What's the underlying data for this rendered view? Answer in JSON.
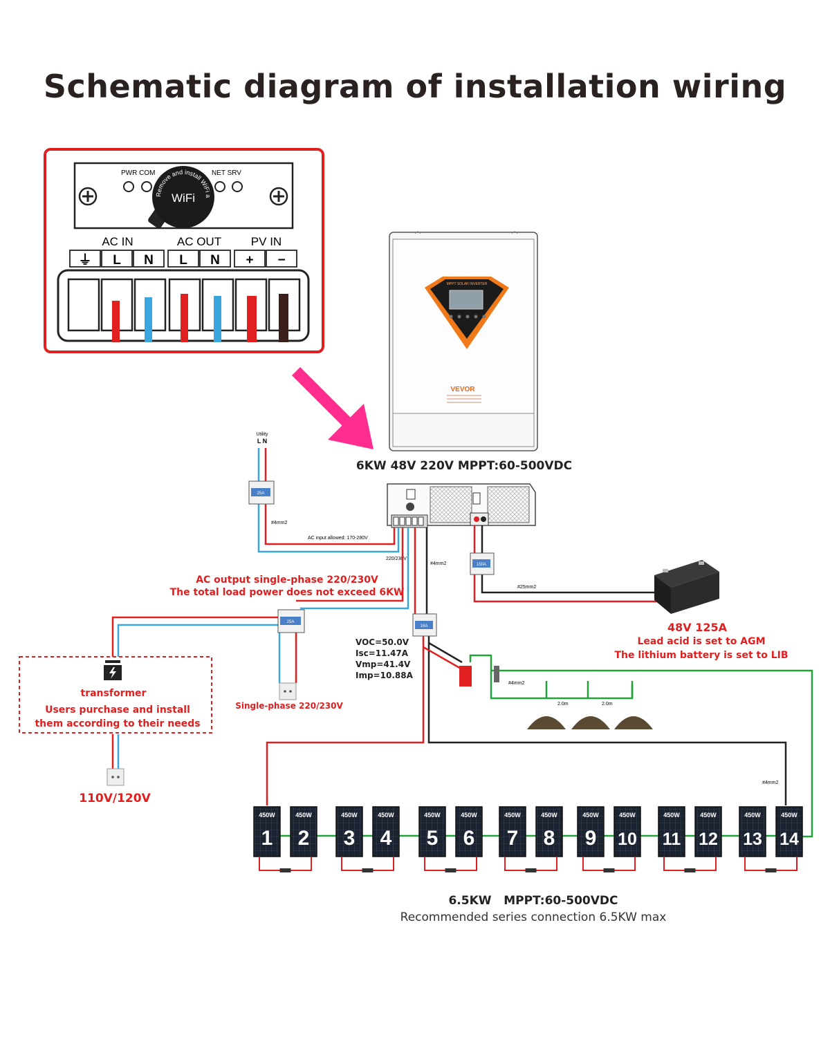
{
  "title": "Schematic diagram of installation wiring",
  "panel": {
    "leds_left": "PWR COM",
    "leds_right": "NET SRV",
    "wifi_label": "WiFi",
    "wifi_ring_text": "Remove and install WiFi antenna",
    "groups": [
      "AC IN",
      "AC OUT",
      "PV IN"
    ],
    "terminals": [
      "⏚",
      "L",
      "N",
      "L",
      "N",
      "+",
      "−"
    ]
  },
  "inverter": {
    "brand": "VEVOR",
    "lcd_header": "MPPT SOLAR INVERTER",
    "spec": "6KW 48V 220V MPPT:60-500VDC"
  },
  "utility": {
    "label": "Utility",
    "ln": "L N",
    "breaker": "25A",
    "wire": "#4mm2",
    "ac_input": "AC input allowed: 170-280V",
    "voltage": "220/230V"
  },
  "ac_output": {
    "line1": "AC output single-phase 220/230V",
    "line2": "The total load power does not exceed 6KW",
    "breaker": "25A",
    "socket_label": "Single-phase 220/230V"
  },
  "transformer": {
    "title": "transformer",
    "line1": "Users purchase and install",
    "line2": "them according to their needs",
    "output": "110V/120V"
  },
  "battery": {
    "breaker": "150A",
    "wire": "#25mm2",
    "title": "48V 125A",
    "line1": "Lead acid is set to AGM",
    "line2": "The lithium battery is set to LIB"
  },
  "pv": {
    "breaker": "16A",
    "wire_a": "#4mm2",
    "wire_b": "#4mm2",
    "wire_c": "#4mm2",
    "voc": "VOC=50.0V",
    "isc": "Isc=11.47A",
    "vmp": "Vmp=41.4V",
    "imp": "Imp=10.88A",
    "ground_spacing": "2.0m",
    "panel_power": "450W",
    "panels": [
      "1",
      "2",
      "3",
      "4",
      "5",
      "6",
      "7",
      "8",
      "9",
      "10",
      "11",
      "12",
      "13",
      "14"
    ],
    "footer1": "6.5KW   MPPT:60-500VDC",
    "footer2": "Recommended series connection 6.5KW max"
  },
  "colors": {
    "red": "#e02020",
    "blue": "#3aa6e0",
    "green": "#22a33a",
    "black": "#222222",
    "pink": "#ff2d8f",
    "orange": "#f07a1a"
  }
}
